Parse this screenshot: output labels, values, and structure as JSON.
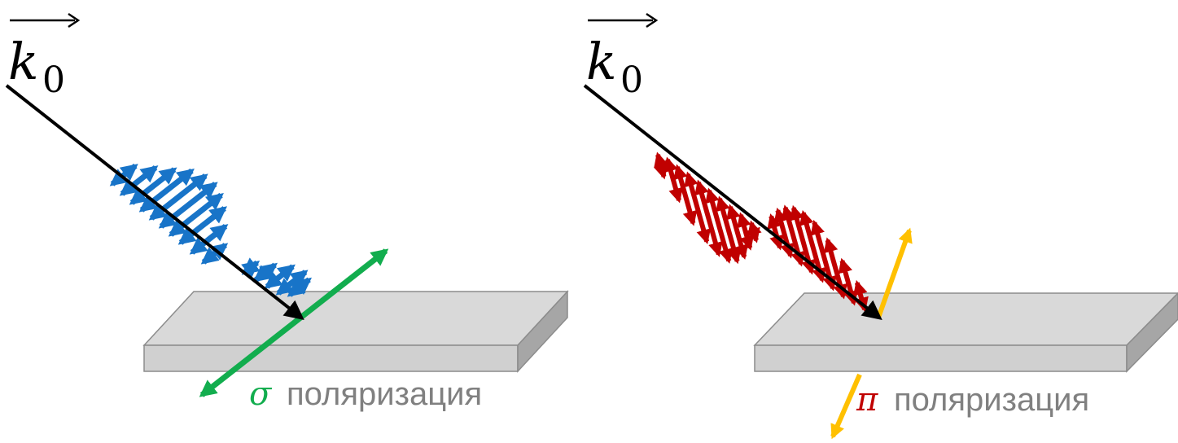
{
  "panels": [
    {
      "wavevector_symbol": "k",
      "wavevector_subscript": "0",
      "polarization_symbol": "σ",
      "polarization_word": "поляризация"
    },
    {
      "wavevector_symbol": "k",
      "wavevector_subscript": "0",
      "polarization_symbol": "π",
      "polarization_word": "поляризация"
    }
  ],
  "colors": {
    "sigma_field": "#1874c8",
    "sigma_axis": "#12ad4e",
    "pi_field": "#c00000",
    "pi_axis": "#ffc000",
    "slab_top": "#d9d9d9",
    "slab_front": "#cfcfcf",
    "slab_side": "#a6a6a6",
    "slab_edge": "#7f7f7f",
    "wave_vector": "#000000",
    "label_text": "#808080"
  }
}
